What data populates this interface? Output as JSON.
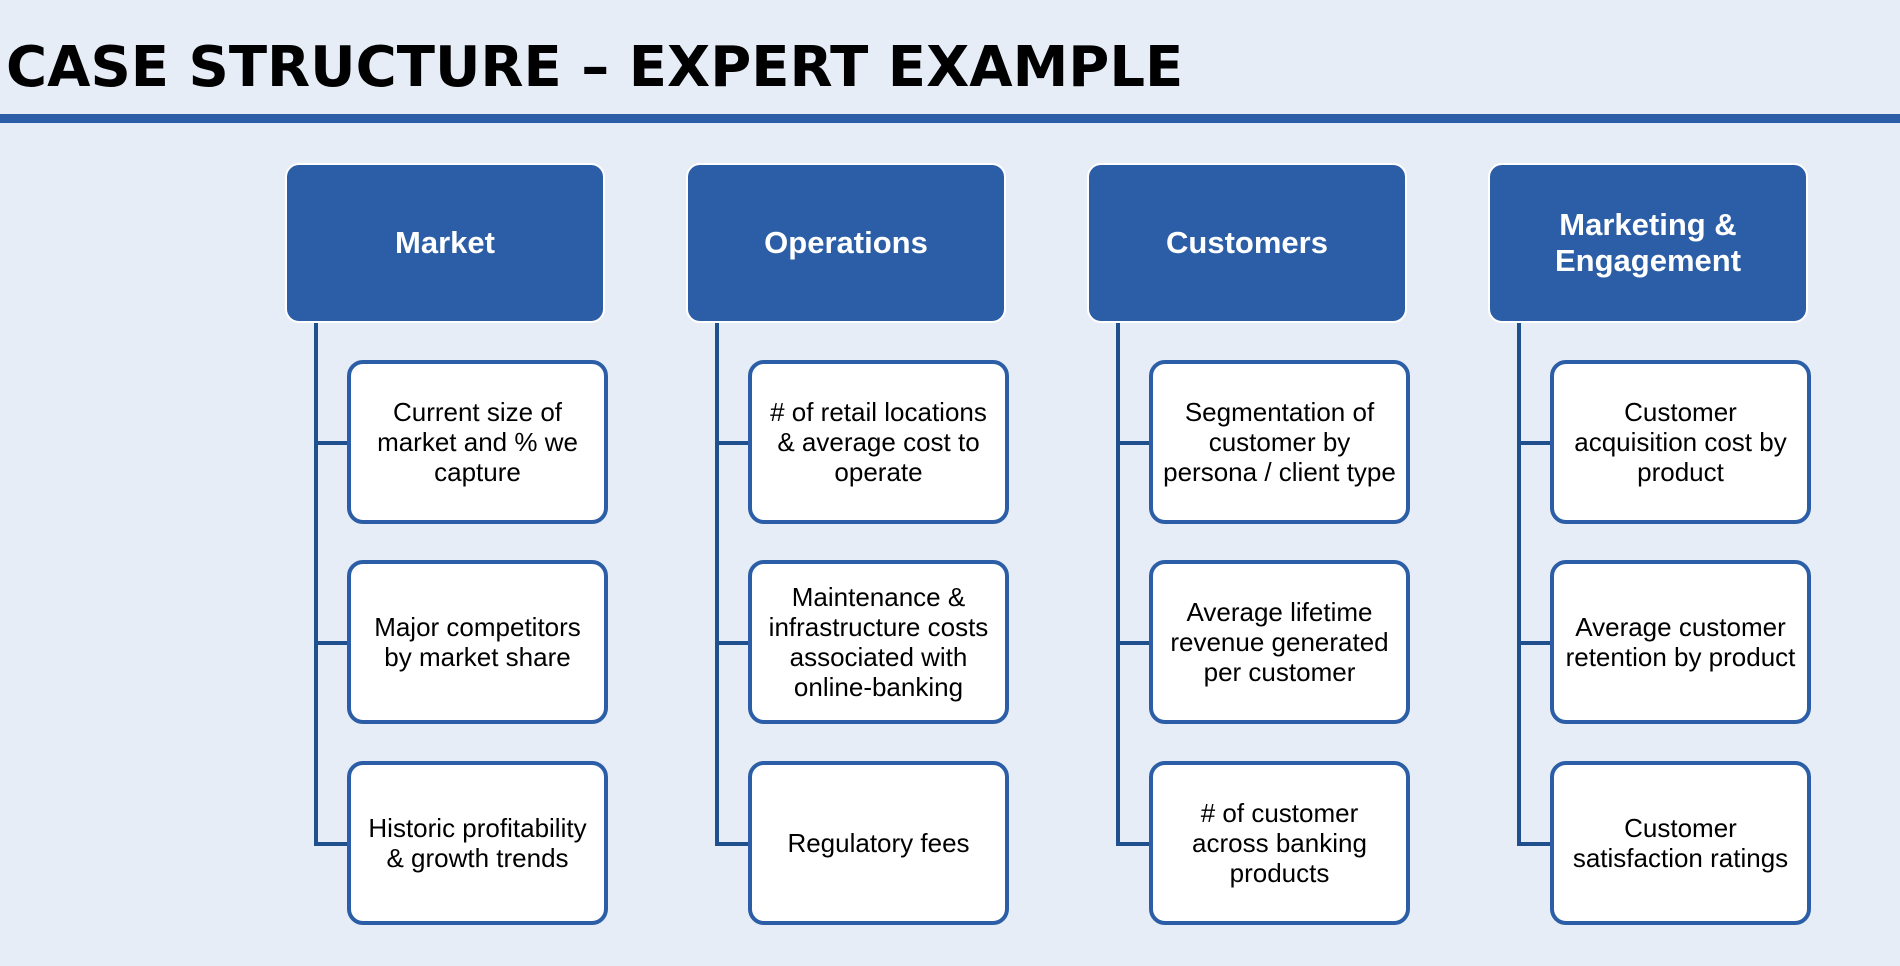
{
  "title": "CASE STRUCTURE – EXPERT EXAMPLE",
  "colors": {
    "background": "#e6edf7",
    "accent": "#2b5ea6",
    "connector": "#1f4f8c",
    "box": "#ffffff"
  },
  "columns": [
    {
      "header": "Market",
      "items": [
        "Current size of market and % we capture",
        "Major competitors by market share",
        "Historic profitability & growth trends"
      ]
    },
    {
      "header": "Operations",
      "items": [
        "# of retail locations & average cost to operate",
        "Maintenance & infrastructure costs associated with online-banking",
        "Regulatory fees"
      ]
    },
    {
      "header": "Customers",
      "items": [
        "Segmentation of customer by persona / client type",
        "Average lifetime revenue generated per customer",
        "# of customer across banking products"
      ]
    },
    {
      "header": "Marketing & Engagement",
      "items": [
        "Customer acquisition cost by product",
        "Average customer retention by product",
        "Customer satisfaction ratings"
      ]
    }
  ]
}
